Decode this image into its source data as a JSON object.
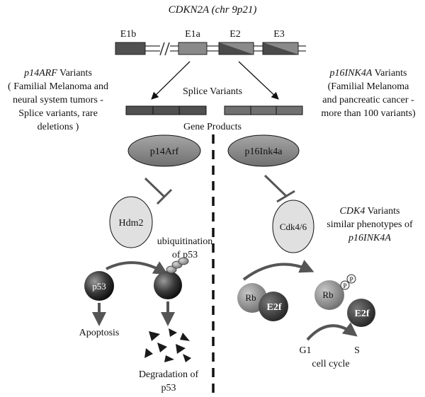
{
  "title": "CDKN2A (chr 9p21)",
  "exons": [
    {
      "label": "E1b"
    },
    {
      "label": "E1a"
    },
    {
      "label": "E2"
    },
    {
      "label": "E3"
    }
  ],
  "splice_label": "Splice Variants",
  "gene_products_label": "Gene Products",
  "left_variants": {
    "title_italic": "p14ARF",
    "title_rest": " Variants",
    "lines": [
      "( Familial Melanoma and",
      "neural system tumors -",
      "Splice variants, rare",
      "deletions )"
    ]
  },
  "right_variants": {
    "title_italic": "p16INK4A",
    "title_rest": " Variants",
    "lines": [
      "(Familial Melanoma",
      "and pancreatic cancer -",
      "more than 100 variants)"
    ]
  },
  "cdk4_variants": {
    "line1_italic": "CDK4",
    "line1_rest": " Variants",
    "line2": "similar phenotypes of",
    "line3_italic": "p16INK4A"
  },
  "proteins": {
    "p14arf": "p14Arf",
    "p16ink4a": "p16Ink4a",
    "hdm2": "Hdm2",
    "cdk46": "Cdk4/6",
    "p53": "p53",
    "rb_left": "Rb",
    "e2f_left": "E2f",
    "rb_right": "Rb",
    "e2f_right": "E2f",
    "phospho_1": "P",
    "phospho_2": "P"
  },
  "ubiquitination": [
    "ubiquitination",
    "of p53"
  ],
  "apoptosis": "Apoptosis",
  "degradation": [
    "Degradation of",
    "p53"
  ],
  "cell_cycle": {
    "g1": "G1",
    "s": "S",
    "label": "cell cycle"
  },
  "colors": {
    "exon_dark": "#505050",
    "exon_mid": "#8a8a8a",
    "protein_fill": "#8c8c8c",
    "hdm2_fill": "#e0e0e0",
    "arrow": "#555555",
    "line": "#111111"
  }
}
